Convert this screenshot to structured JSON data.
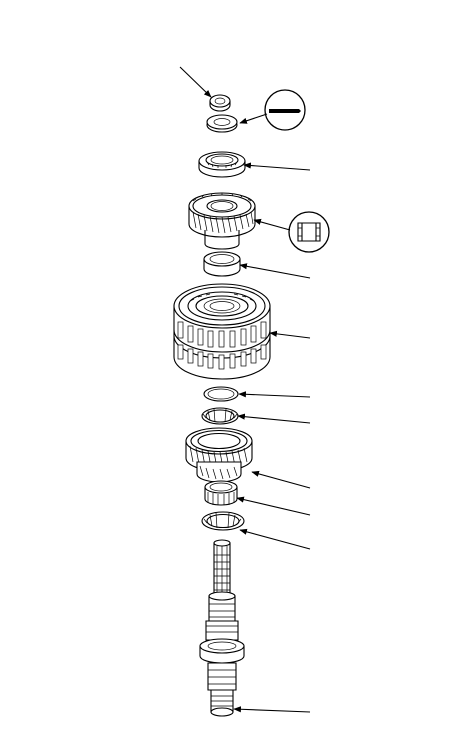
{
  "diagram": {
    "callout_count": 11,
    "inset_icons": [
      "seal-lip-direction-icon",
      "bushing-orientation-icon"
    ],
    "colors": {
      "line": "#000000",
      "background": "#ffffff"
    },
    "parts": [
      "retaining-nut",
      "thrust-washer-top",
      "tapered-bearing-top",
      "drive-gear",
      "collar-bushing",
      "synchronizer-clutch-hub",
      "snap-ring-upper",
      "thrust-washer-middle",
      "helical-gear-lower",
      "needle-bearing",
      "thrust-washer-lower",
      "output-shaft",
      "shaft-pilot-bearing"
    ]
  }
}
